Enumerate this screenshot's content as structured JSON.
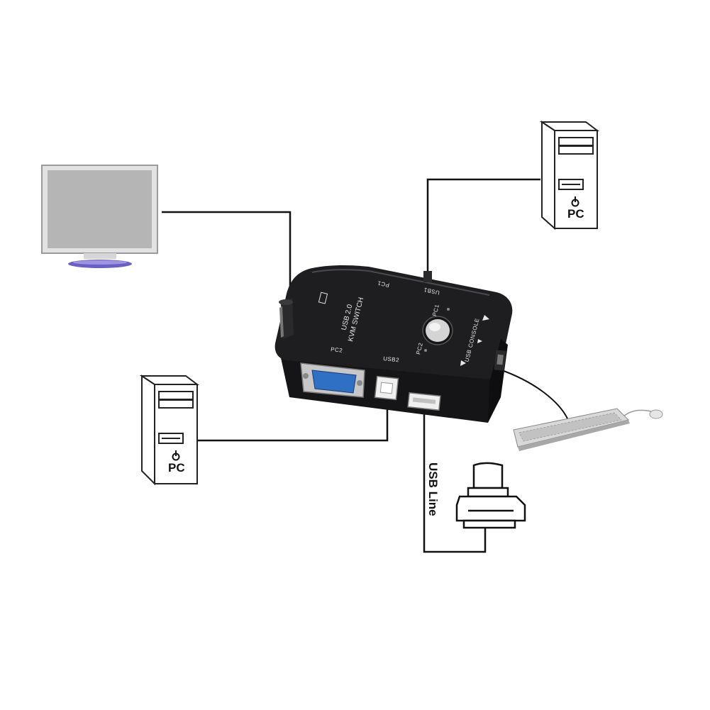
{
  "pcs": [
    {
      "label": "PC"
    },
    {
      "label": "PC"
    }
  ],
  "kvm": {
    "title_line1": "USB 2.0",
    "title_line2": "KVM SWITCH",
    "pc1": "PC1",
    "pc2": "PC2",
    "usb1": "USB1",
    "usb2": "USB2",
    "usb_console": "USB CONSOLE",
    "top_pc1": "PC1"
  },
  "usb_line_label": "USB Line",
  "colors": {
    "device_body": "#1c1c1e",
    "vga_blue": "#2f6fc4",
    "monitor_screen": "#b5b5b5",
    "monitor_stand": "#6a5fc8",
    "line": "#111111"
  }
}
